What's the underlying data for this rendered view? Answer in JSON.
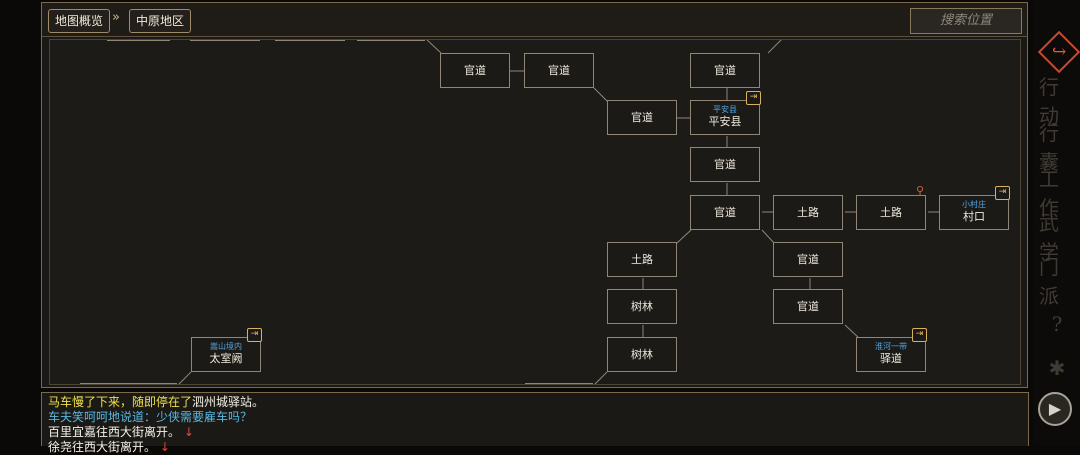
{
  "breadcrumb": {
    "root": "地图概览",
    "separator": "»",
    "current": "中原地区"
  },
  "search": {
    "placeholder": "搜索位置"
  },
  "map": {
    "nodes": [
      {
        "id": "n1",
        "name": "官道"
      },
      {
        "id": "n2",
        "name": "官道"
      },
      {
        "id": "n3",
        "name": "官道"
      },
      {
        "id": "n4",
        "name": "官道"
      },
      {
        "id": "n5",
        "name": "平安县",
        "tag": "平安县",
        "enterable": true
      },
      {
        "id": "n6",
        "name": "官道"
      },
      {
        "id": "n7",
        "name": "官道"
      },
      {
        "id": "n8",
        "name": "土路"
      },
      {
        "id": "n9",
        "name": "土路",
        "current": true
      },
      {
        "id": "n10",
        "name": "村口",
        "tag": "小村庄",
        "enterable": true
      },
      {
        "id": "n11",
        "name": "土路"
      },
      {
        "id": "n12",
        "name": "官道"
      },
      {
        "id": "n13",
        "name": "树林"
      },
      {
        "id": "n14",
        "name": "官道"
      },
      {
        "id": "n15",
        "name": "树林"
      },
      {
        "id": "n16",
        "name": "驿道",
        "tag": "淮河一带",
        "enterable": true
      },
      {
        "id": "n17",
        "name": "太室阙",
        "tag": "嵩山境内",
        "enterable": true
      }
    ]
  },
  "log": {
    "line1_a": "马车慢了下来，随即停在了",
    "line1_b": "泗州城驿站。",
    "line2": "车夫笑呵呵地说道：少侠需要雇车吗？",
    "line3": "百里宜嘉往西大街离开。",
    "line4": "徐尧往西大街离开。"
  },
  "sidebar": {
    "items": [
      {
        "icon": "return-arrow-icon",
        "label": ""
      },
      {
        "icon": "action-icon",
        "label": "行动"
      },
      {
        "icon": "bag-icon",
        "label": "行囊"
      },
      {
        "icon": "work-icon",
        "label": "工作"
      },
      {
        "icon": "martial-icon",
        "label": "武学"
      },
      {
        "icon": "sect-icon",
        "label": "门派"
      },
      {
        "icon": "help-icon",
        "label": "?"
      },
      {
        "icon": "settings-icon",
        "label": ""
      }
    ]
  },
  "colors": {
    "accent": "#c7482f",
    "tag_blue": "#4fa6e6",
    "log_yellow": "#ece14a",
    "log_cyan": "#57b8e0"
  }
}
